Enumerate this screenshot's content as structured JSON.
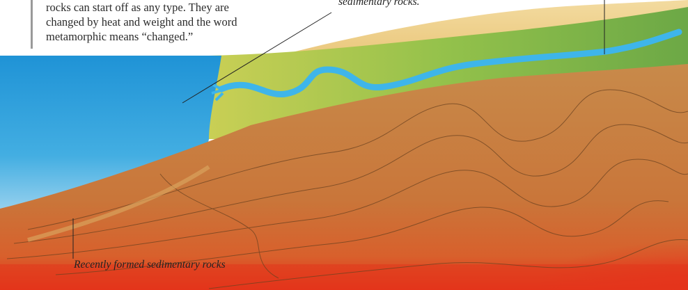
{
  "intro_text": {
    "line1": "rocks can start off as any type. They are",
    "line2": "changed by heat and weight and the word",
    "line3": "metamorphic means “changed.”"
  },
  "captions": {
    "top_partial": "sedimentary rocks.",
    "bottom": "Recently formed sedimentary rocks"
  },
  "colors": {
    "sea": "#3aa6de",
    "river": "#3fb6e8",
    "grass": "#8fc24a",
    "sand": "#e9c777",
    "rock": "#c97a3a",
    "hot": "#e23a1a"
  }
}
